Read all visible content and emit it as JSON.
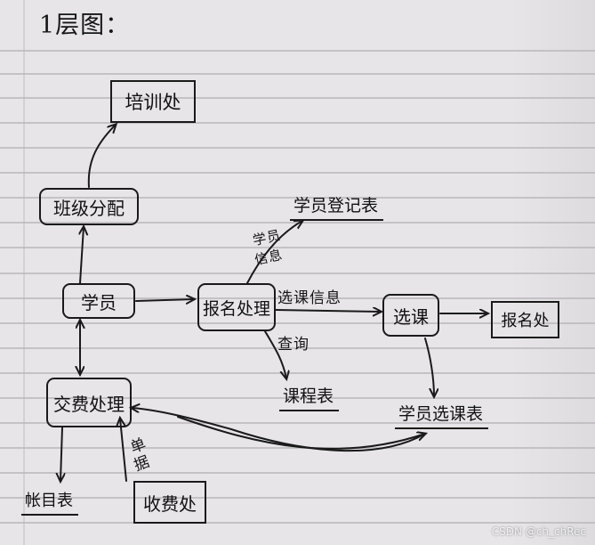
{
  "diagram": {
    "title": "1层图：",
    "processes": {
      "class_assign": "班级分配",
      "student": "学员",
      "registration": "报名处理",
      "course_select": "选课",
      "fee": "交费处理"
    },
    "entities": {
      "training_office": "培训处",
      "registration_office": "报名处",
      "fee_office": "收费处"
    },
    "stores": {
      "student_register": "学员登记表",
      "course_table": "课程表",
      "student_course_table": "学员选课表",
      "account_table": "帐目表"
    },
    "flows": {
      "student_info_line1": "学员",
      "student_info_line2": "信息",
      "course_info": "选课信息",
      "query": "查询",
      "voucher_line1": "单",
      "voucher_line2": "据"
    }
  },
  "watermark": "CSDN @ch_chRec"
}
